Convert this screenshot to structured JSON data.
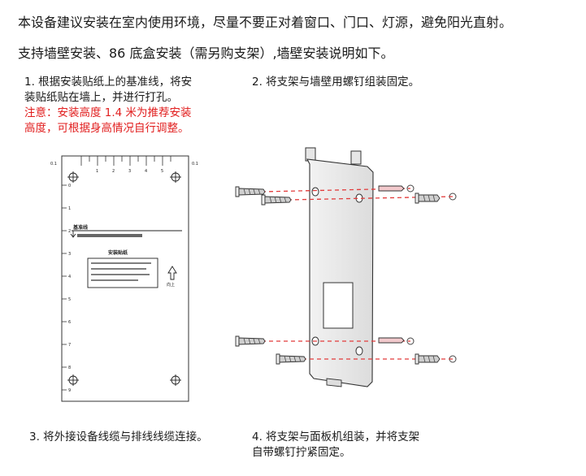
{
  "intro": {
    "line1": "本设备建议安装在室内使用环境，尽量不要正对着窗口、门口、灯源，避免阳光直射。",
    "line2": "支持墙壁安装、86 底盒安装（需另购支架）,墙壁安装说明如下。"
  },
  "steps": {
    "s1_line1": "1. 根据安装贴纸上的基准线，将安",
    "s1_line2": "装贴纸贴在墙上，并进行打孔。",
    "s1_warn1": "注意：安装高度 1.4 米为推荐安装",
    "s1_warn2": "高度，可根据身高情况自行调整。",
    "s2": "2. 将支架与墙壁用螺钉组装固定。",
    "s3": "3. 将外接设备线缆与排线线缆连接。",
    "s4_line1": "4. 将支架与面板机组装，并将支架",
    "s4_line2": "自带螺钉拧紧固定。"
  },
  "sticker": {
    "side_ticks": [
      "0",
      "1",
      "2",
      "3",
      "4",
      "5",
      "6",
      "7",
      "8",
      "9"
    ],
    "top_ticks": [
      "1",
      "2",
      "3",
      "4",
      "5"
    ],
    "baseline_label": "基准线",
    "title": "安装贴纸",
    "arrow_label": "向上",
    "corner_label": "0.1"
  },
  "colors": {
    "warning": "#e11d1d",
    "guide_line": "#e23b3b",
    "text": "#1a1a1a"
  }
}
